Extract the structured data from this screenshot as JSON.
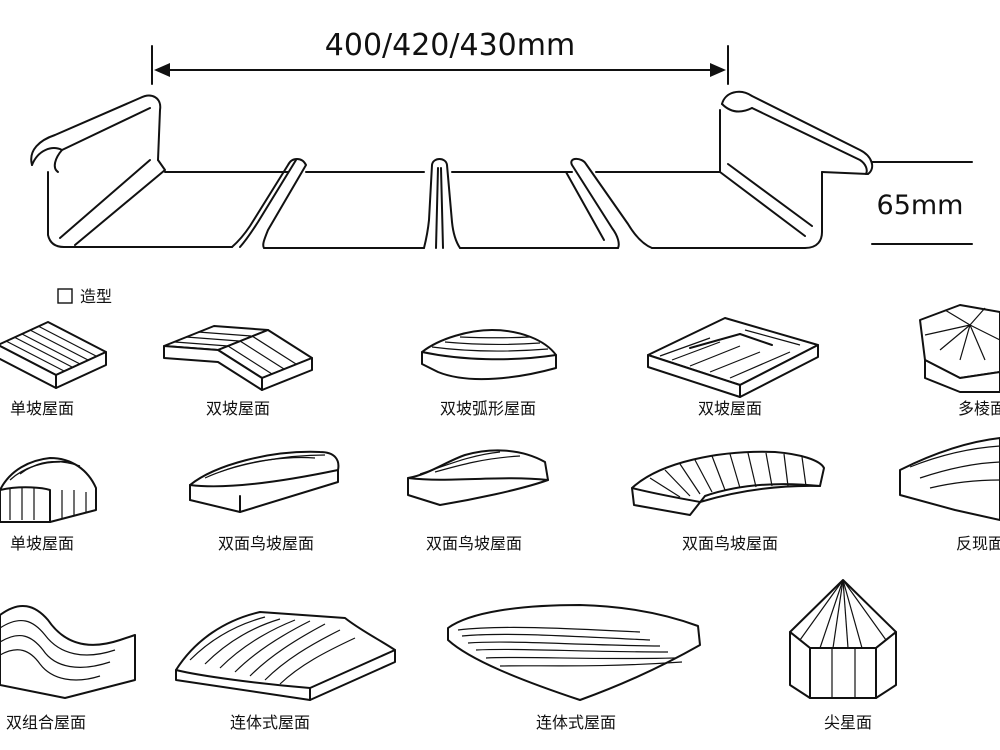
{
  "dimensions": {
    "width_label": "400/420/430mm",
    "height_label": "65mm"
  },
  "section_title": "造型",
  "shapes": [
    {
      "label": "单坡屋面"
    },
    {
      "label": "双坡屋面"
    },
    {
      "label": "双坡弧形屋面"
    },
    {
      "label": "双坡屋面"
    },
    {
      "label": "多棱面"
    },
    {
      "label": "单坡屋面"
    },
    {
      "label": "双面鸟坡屋面"
    },
    {
      "label": "双面鸟坡屋面"
    },
    {
      "label": "双面鸟坡屋面"
    },
    {
      "label": "反现面"
    },
    {
      "label": "双组合屋面"
    },
    {
      "label": "连体式屋面"
    },
    {
      "label": "连体式屋面"
    },
    {
      "label": "尖星面"
    }
  ],
  "colors": {
    "line": "#111111",
    "background": "#ffffff"
  }
}
